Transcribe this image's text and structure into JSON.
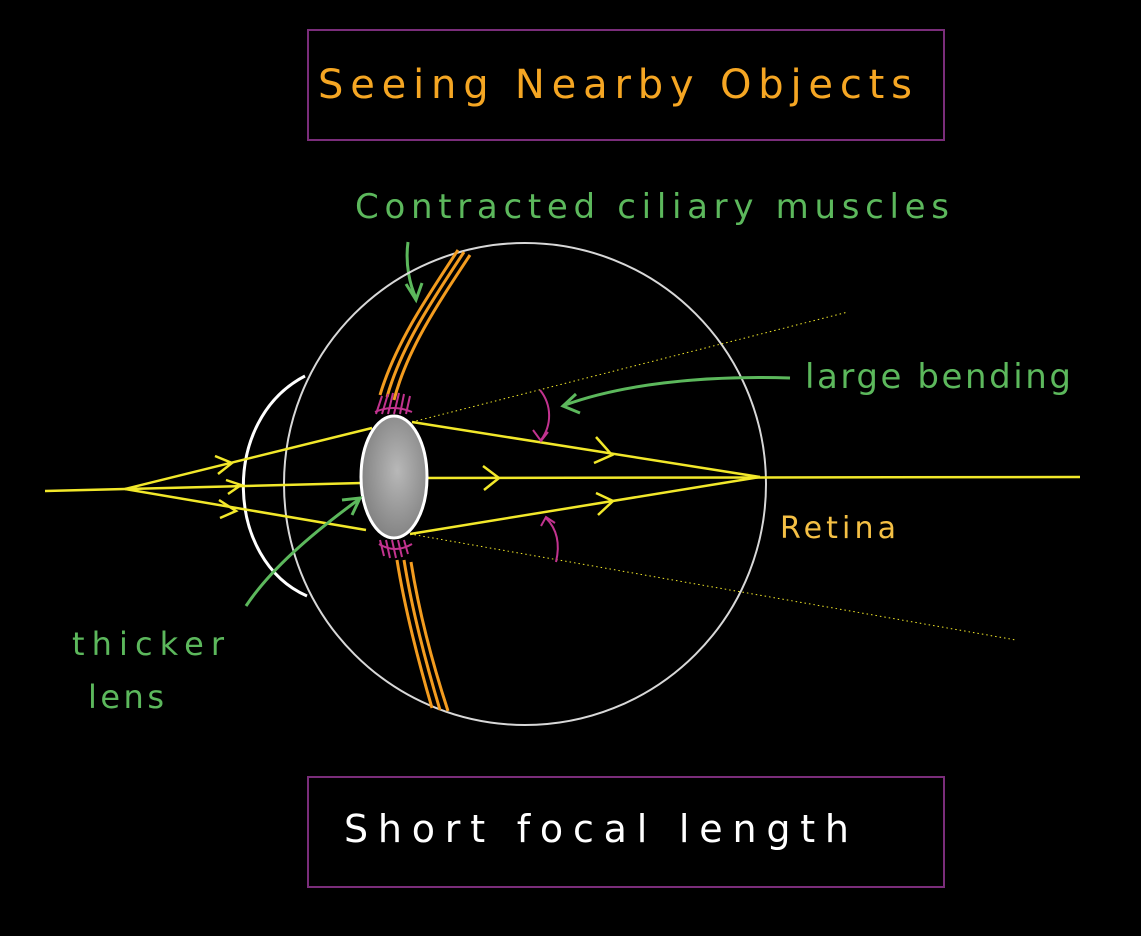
{
  "title": "Seeing Nearby Objects",
  "footer": "Short focal length",
  "labels": {
    "ciliary": "Contracted ciliary muscles",
    "bending": "large bending",
    "retina": "Retina",
    "lens_line1": "thicker",
    "lens_line2": "lens"
  },
  "colors": {
    "background": "#000000",
    "box_border": "#7a2d7a",
    "title_text": "#f5a623",
    "footer_text": "#ffffff",
    "annotation_text": "#5cb85c",
    "ray": "#f2e82a",
    "eyeball": "#d8d8d8",
    "muscle": "#f39c1f",
    "suspensory": "#c2338f",
    "lens_fill": "#9b9b9b",
    "angle_mark": "#c2338f"
  },
  "icons": [
    "arrow-icon",
    "angle-arc-icon"
  ]
}
